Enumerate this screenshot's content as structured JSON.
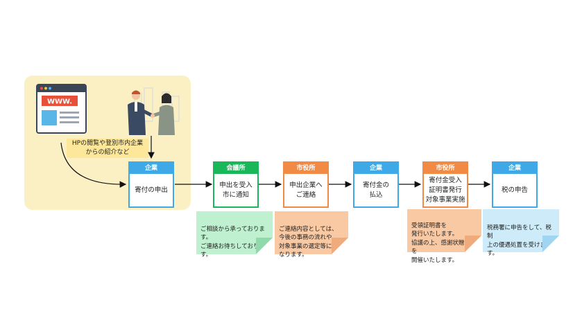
{
  "intro": {
    "label_line1": "HPの閲覧や登別市内企業",
    "label_line2": "からの紹介など",
    "browser_text": "WWW."
  },
  "steps": [
    {
      "header": "企業",
      "body": "寄付の申出",
      "color": "blue"
    },
    {
      "header": "会議所",
      "body": "申出を受入\n市に通知",
      "color": "green"
    },
    {
      "header": "市役所",
      "body": "申出企業へ\nご連絡",
      "color": "orange"
    },
    {
      "header": "企業",
      "body": "寄付金の\n払込",
      "color": "blue"
    },
    {
      "header": "市役所",
      "body": "寄付金受入\n証明書発行\n対象事業実施",
      "color": "orange"
    },
    {
      "header": "企業",
      "body": "税の申告",
      "color": "blue"
    }
  ],
  "notes": [
    {
      "text": "ご相談から承っております。\nご連絡お待ちしております。"
    },
    {
      "text": "ご連絡内容としては、\n今後の事務の流れや\n対象事業の選定等に\nなります。"
    },
    {
      "text": "受領証明書を\n発行いたします。\n協議の上、感謝状贈呈式を\n開催いたします。"
    },
    {
      "text": "税務署に申告をして、税制\n上の優遇処置を受けます。"
    }
  ],
  "colors": {
    "blue": "#3ea9e6",
    "green": "#1ab75a",
    "orange": "#f18a44",
    "panel": "#fbf0c4"
  }
}
